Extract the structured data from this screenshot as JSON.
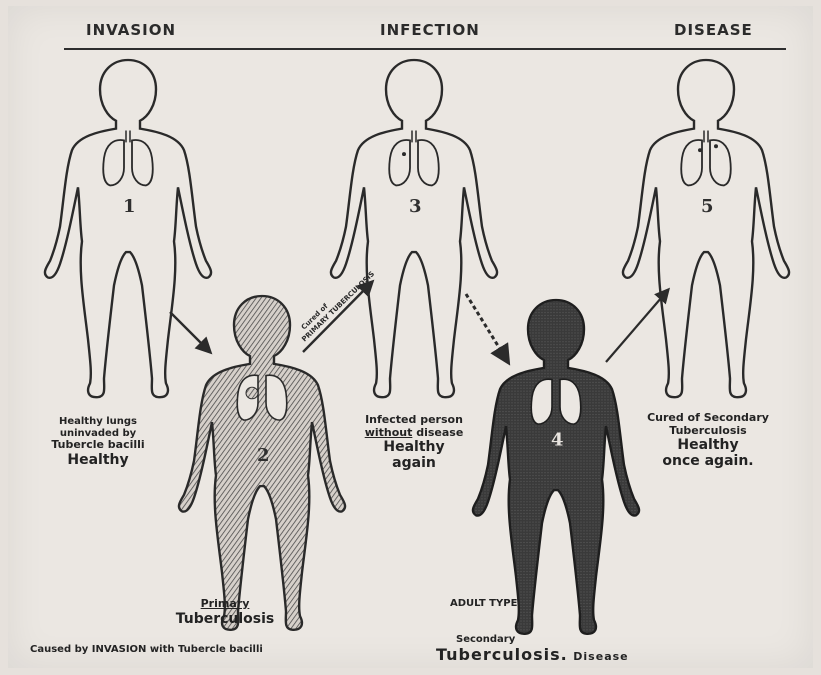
{
  "header": {
    "invasion": "INVASION",
    "infection": "INFECTION",
    "disease": "DISEASE"
  },
  "figures": {
    "f1": {
      "number": "1"
    },
    "f2": {
      "number": "2"
    },
    "f3": {
      "number": "3"
    },
    "f4": {
      "number": "4"
    },
    "f5": {
      "number": "5"
    }
  },
  "arrows": {
    "cured_primary_line1": "Cured of",
    "cured_primary_line2": "PRIMARY TUBERCULOSIS"
  },
  "captions": {
    "healthy_line1": "Healthy lungs",
    "healthy_line2": "uninvaded by",
    "healthy_line3": "Tubercle bacilli",
    "healthy_line4": "Healthy",
    "infected_line1": "Infected person",
    "infected_without": "without",
    "infected_disease": "disease",
    "infected_healthy": "Healthy",
    "infected_again": "again",
    "secondary_line1": "Cured of Secondary",
    "secondary_line2": "Tuberculosis",
    "secondary_healthy": "Healthy",
    "secondary_again": "once again.",
    "primary_label": "Primary",
    "primary_tb": "Tuberculosis",
    "primary_cause": "Caused by INVASION with Tubercle bacilli",
    "adult_type": "ADULT TYPE",
    "secondary_label": "Secondary",
    "secondary_tb": "Tuberculosis.",
    "secondary_disease": "Disease"
  }
}
